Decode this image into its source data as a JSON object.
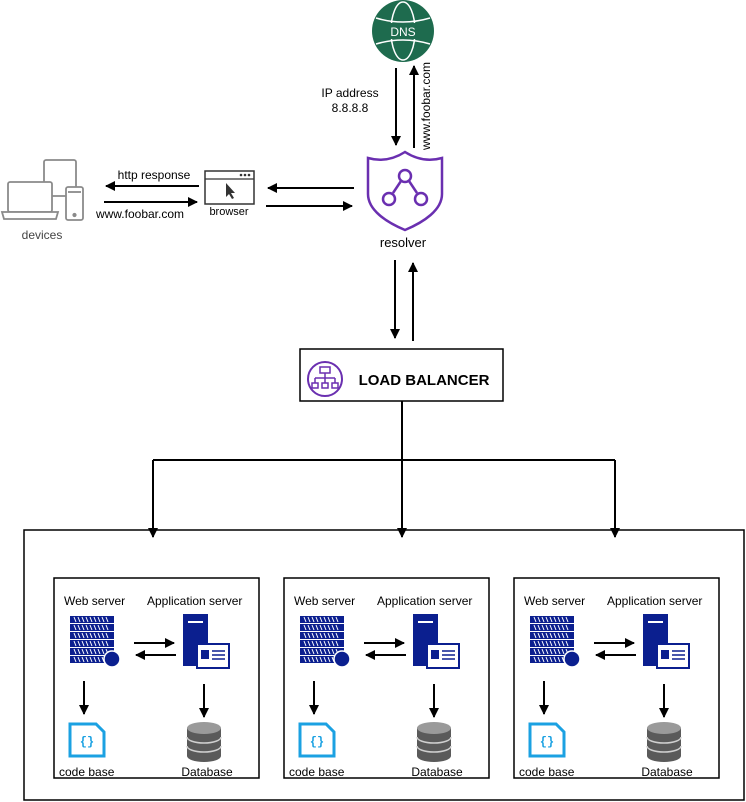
{
  "dns": {
    "label": "DNS"
  },
  "labels": {
    "ip_address_line1": "IP address",
    "ip_address_line2": "8.8.8.8",
    "dns_query": "www.foobar.com",
    "http_response": "http response",
    "request_url": "www.foobar.com",
    "browser": "browser",
    "devices": "devices",
    "resolver": "resolver"
  },
  "load_balancer": {
    "label": "LOAD BALANCER"
  },
  "clusters": [
    {
      "web_server": "Web server",
      "app_server": "Application server",
      "code_base": "code base",
      "database": "Database"
    },
    {
      "web_server": "Web server",
      "app_server": "Application server",
      "code_base": "code base",
      "database": "Database"
    },
    {
      "web_server": "Web server",
      "app_server": "Application server",
      "code_base": "code base",
      "database": "Database"
    }
  ],
  "colors": {
    "dns_green": "#1E6B4E",
    "resolver_purple": "#6A2FB0",
    "server_navy": "#0B1F8F",
    "code_cyan": "#1BA1E2",
    "device_gray": "#8A8A8A"
  }
}
